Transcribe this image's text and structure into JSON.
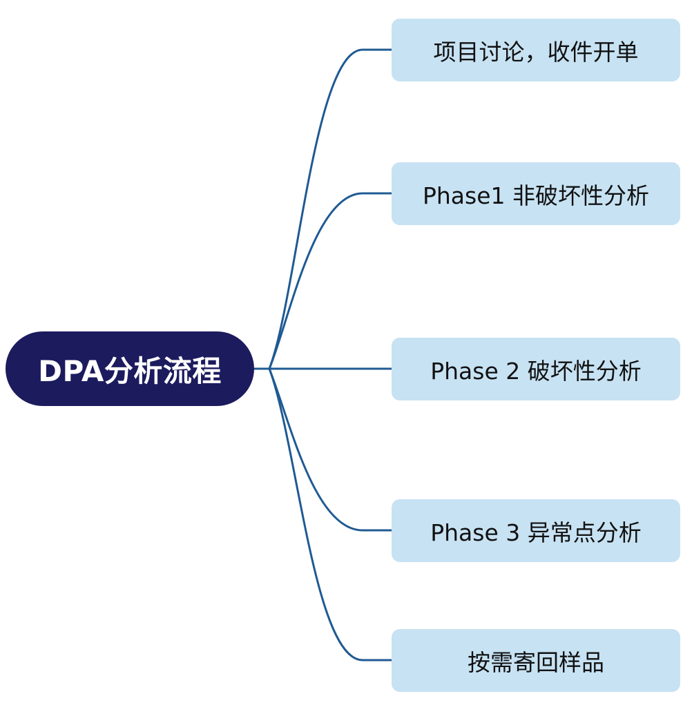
{
  "root": {
    "label": "DPA分析流程"
  },
  "branches": [
    {
      "label": "项目讨论，收件开单"
    },
    {
      "label": "Phase1 非破坏性分析"
    },
    {
      "label": "Phase 2 破坏性分析"
    },
    {
      "label": "Phase 3 异常点分析"
    },
    {
      "label": "按需寄回样品"
    }
  ],
  "colors": {
    "root_fill": "#1c1b5e",
    "root_text": "#ffffff",
    "node_fill": "#c7e2f3",
    "node_text": "#111111",
    "connector": "#1f5a93"
  }
}
